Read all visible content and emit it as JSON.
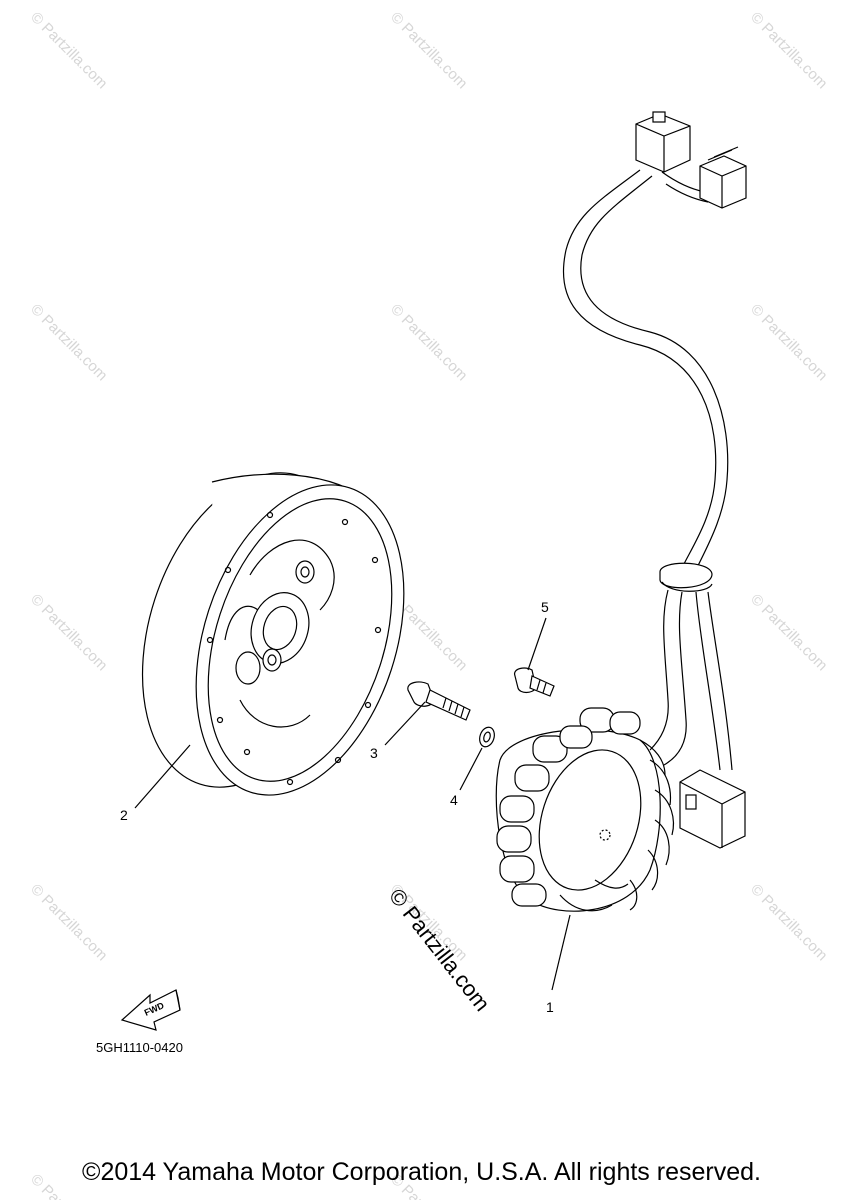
{
  "watermark": {
    "text": "© Partzilla.com"
  },
  "center_watermark": {
    "text": "© Partzilla.com"
  },
  "callouts": [
    {
      "id": "1",
      "label": "1"
    },
    {
      "id": "2",
      "label": "2"
    },
    {
      "id": "3",
      "label": "3"
    },
    {
      "id": "4",
      "label": "4"
    },
    {
      "id": "5",
      "label": "5"
    }
  ],
  "fwd_arrow": {
    "label": "FWD"
  },
  "diagram_code": "5GH1110-0420",
  "footer": {
    "copyright": "©2014 Yamaha Motor Corporation, U.S.A. All rights reserved."
  }
}
